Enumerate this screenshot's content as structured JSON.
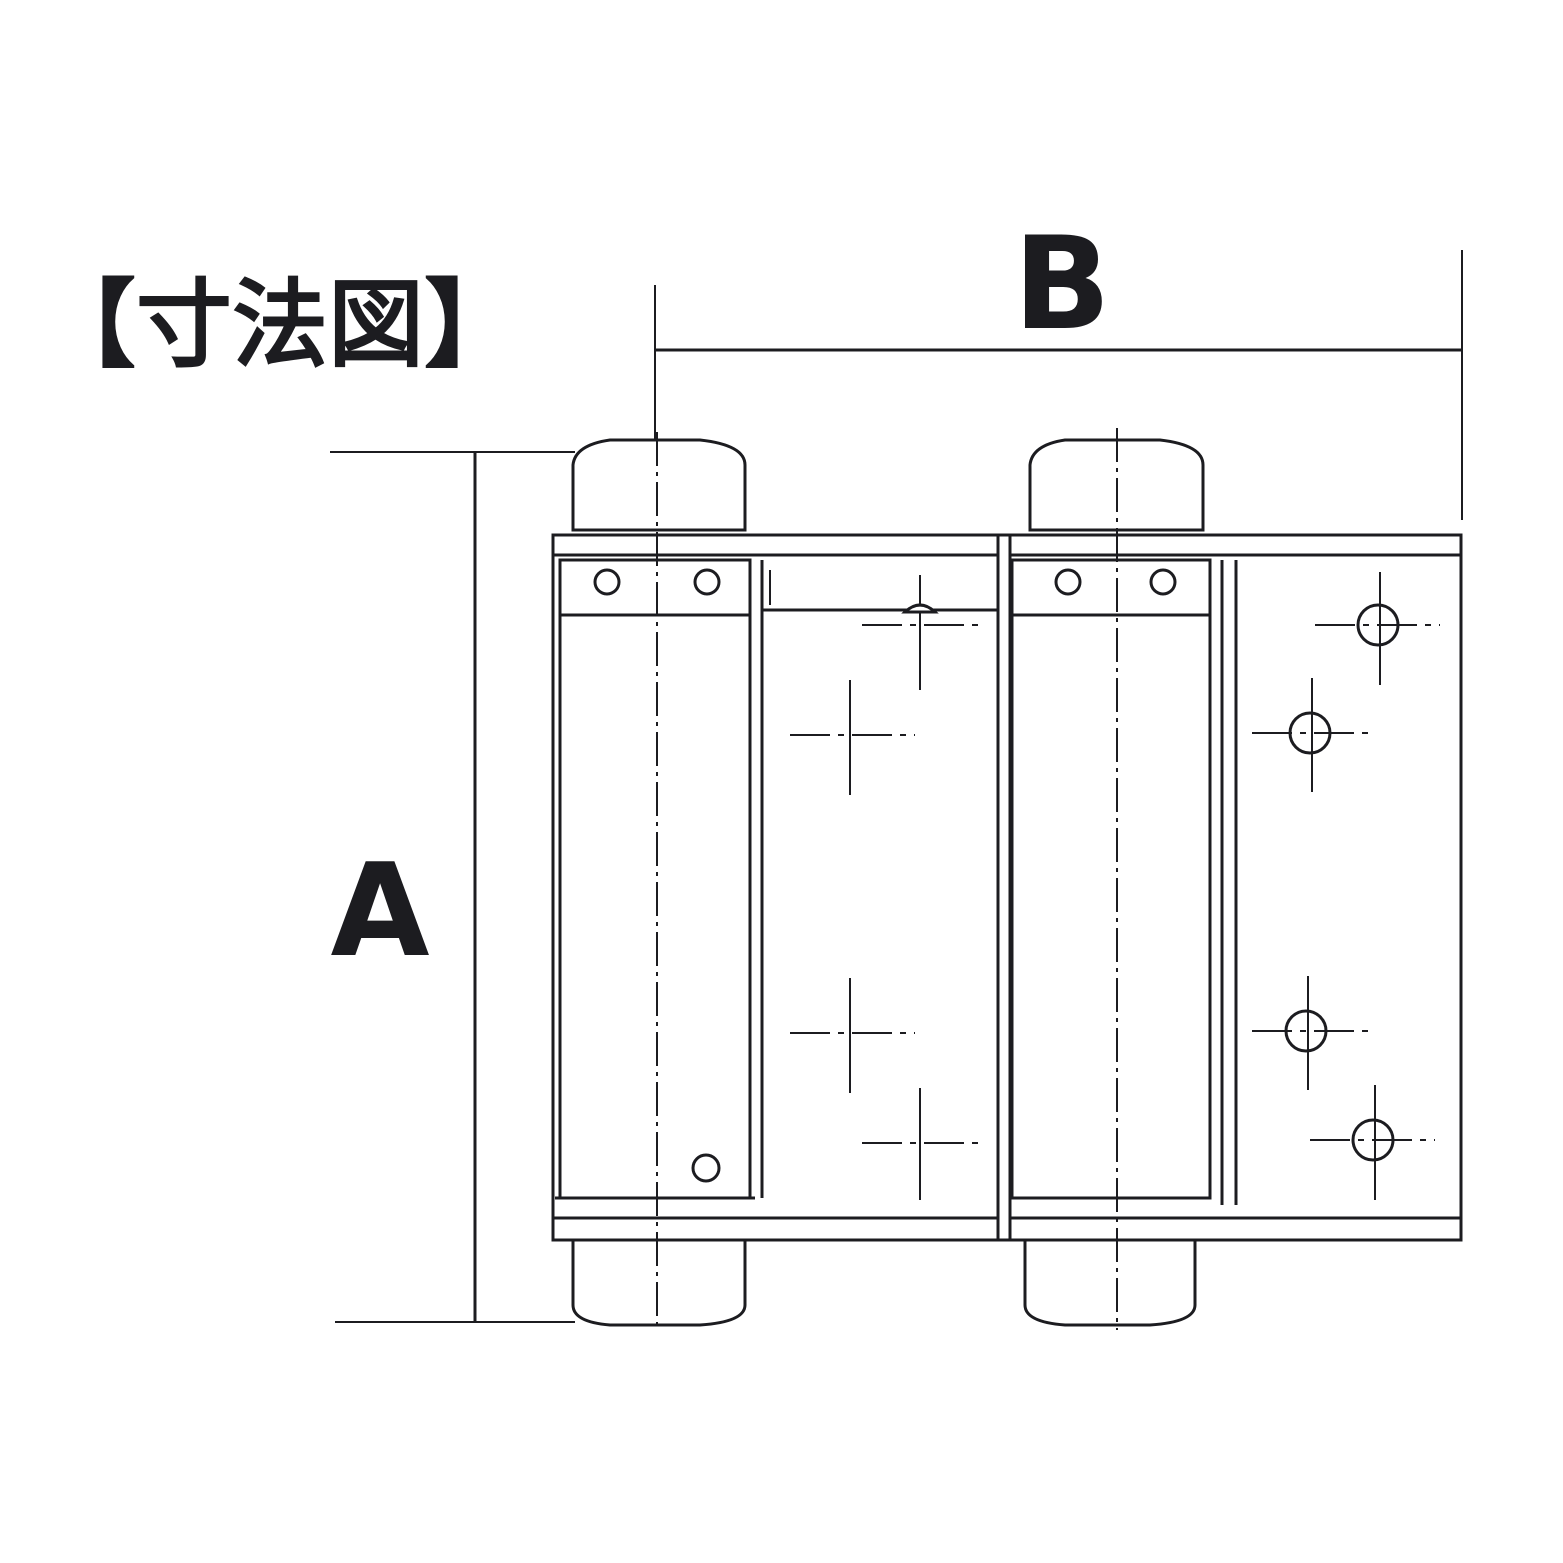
{
  "title": "【寸法図】",
  "dimensions": {
    "height_label": "A",
    "width_label": "B"
  },
  "colors": {
    "line": "#1c1c20",
    "background": "#ffffff"
  }
}
